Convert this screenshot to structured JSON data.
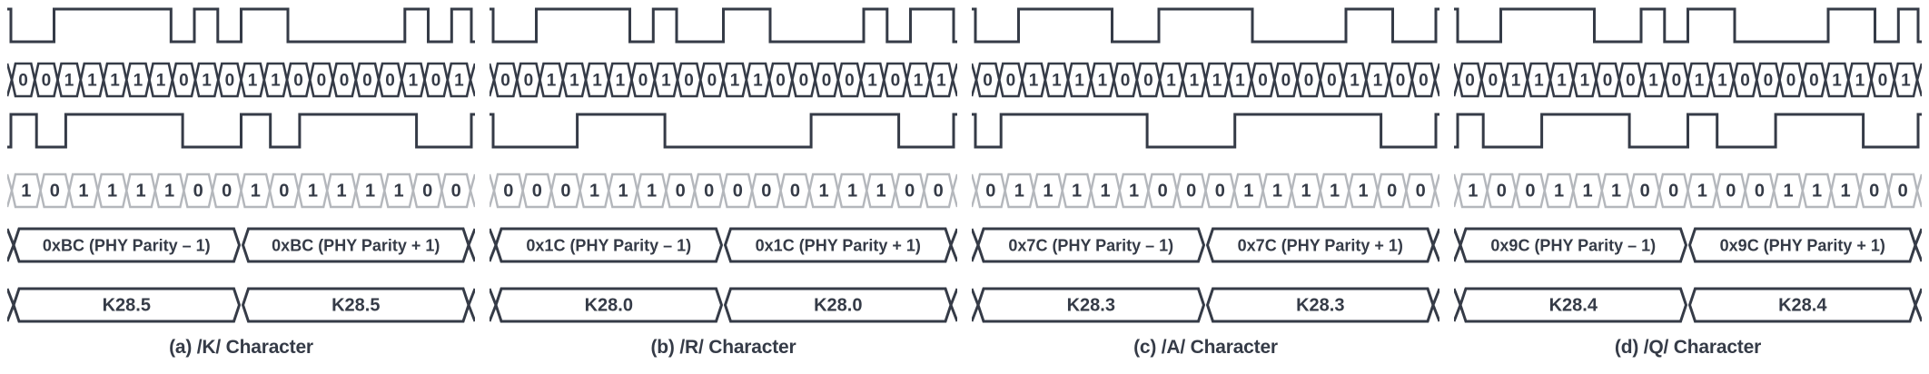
{
  "styles": {
    "ink": "#353b47",
    "muted": "#b4b7bc",
    "background": "#ffffff"
  },
  "figure": {
    "panels": [
      {
        "caption": "(a) /K/ Character",
        "serial_bits": "00111110101100000101",
        "byte_bits": "1011110010111100",
        "parity_cells": [
          "0xBC (PHY Parity – 1)",
          "0xBC (PHY Parity + 1)"
        ],
        "character_cells": [
          "K28.5",
          "K28.5"
        ]
      },
      {
        "caption": "(b) /R/ Character",
        "serial_bits": "00111101001100001011",
        "byte_bits": "0001110000011100",
        "parity_cells": [
          "0x1C (PHY Parity – 1)",
          "0x1C (PHY Parity + 1)"
        ],
        "character_cells": [
          "K28.0",
          "K28.0"
        ]
      },
      {
        "caption": "(c) /A/ Character",
        "serial_bits": "00111100111100001100",
        "byte_bits": "0111110001111100",
        "parity_cells": [
          "0x7C (PHY Parity – 1)",
          "0x7C (PHY Parity + 1)"
        ],
        "character_cells": [
          "K28.3",
          "K28.3"
        ]
      },
      {
        "caption": "(d) /Q/ Character",
        "serial_bits": "00111100101100001101",
        "byte_bits": "1001110010011100",
        "parity_cells": [
          "0x9C (PHY Parity – 1)",
          "0x9C (PHY Parity + 1)"
        ],
        "character_cells": [
          "K28.4",
          "K28.4"
        ]
      }
    ]
  }
}
